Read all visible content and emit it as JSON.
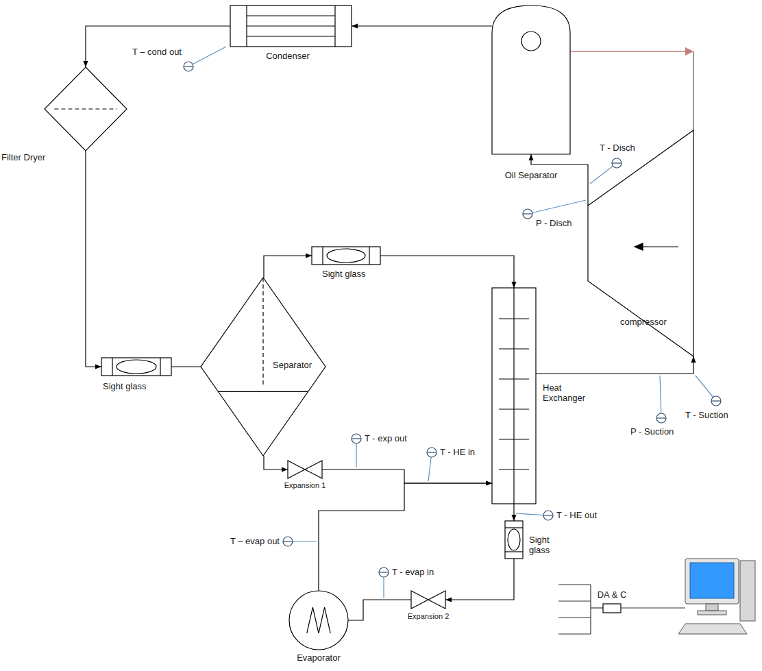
{
  "diagram": {
    "nodes": [
      {
        "text": [
          "Condenser"
        ]
      },
      {
        "text": [
          "Filter Dryer"
        ]
      },
      {
        "text": [
          "Oil Separator"
        ]
      },
      {
        "text": [
          "compressor"
        ]
      },
      {
        "text": [
          "Sight glass"
        ]
      },
      {
        "text": [
          "Separator"
        ]
      },
      {
        "text": [
          "Sight glass"
        ]
      },
      {
        "text": [
          "Heat Exchanger"
        ]
      },
      {
        "text": [
          "Expansion 1"
        ]
      },
      {
        "text": [
          "Sight glass"
        ]
      },
      {
        "text": [
          "Expansion 2"
        ]
      },
      {
        "text": [
          "Evaporator"
        ]
      },
      {
        "text": [
          "DA & C"
        ]
      }
    ],
    "edges": [
      {
        "from": 2,
        "to": 0,
        "arrow": "to"
      },
      {
        "from": 0,
        "to": 1,
        "arrow": "to"
      },
      {
        "from": 1,
        "to": 4,
        "arrow": "to"
      },
      {
        "from": 4,
        "to": 5,
        "arrow": "none"
      },
      {
        "from": 5,
        "to": 6,
        "arrow": "to"
      },
      {
        "from": 6,
        "to": 7,
        "arrow": "to"
      },
      {
        "from": 5,
        "to": 8,
        "arrow": "to"
      },
      {
        "from": 8,
        "to": 7,
        "arrow": "to"
      },
      {
        "from": 11,
        "to": 7,
        "arrow": "to"
      },
      {
        "from": 7,
        "to": 9,
        "arrow": "to"
      },
      {
        "from": 9,
        "to": 10,
        "arrow": "to"
      },
      {
        "from": 10,
        "to": 11,
        "arrow": "none"
      },
      {
        "from": 7,
        "to": 3,
        "arrow": "to"
      },
      {
        "from": 3,
        "to": 2,
        "arrow": "to"
      }
    ],
    "labels": [
      "T – cond out",
      "T - Disch",
      "P - Disch",
      "T - exp out",
      "T - HE in",
      "T - Suction",
      "P - Suction",
      "T - HE out",
      "T – evap out",
      "T - evap in"
    ]
  }
}
